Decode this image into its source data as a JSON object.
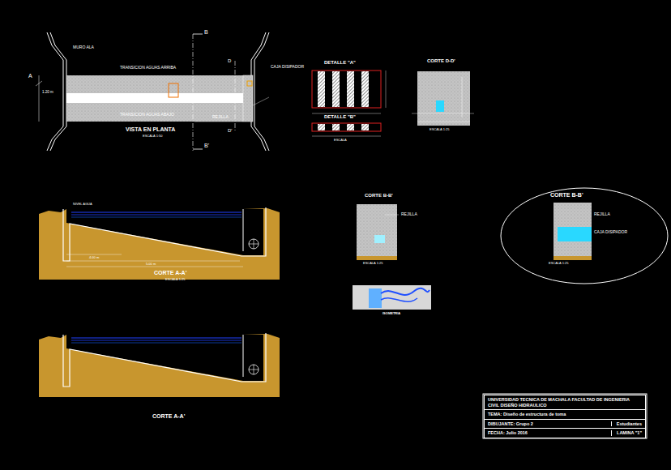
{
  "diagram": {
    "nodes": [
      {
        "text": [
          "CORTE B-B'",
          "REJILLA",
          "CAJA DISIPADOR",
          "ESCALA 1:25"
        ]
      },
      {
        "text": [
          "UNIVERSIDAD TECNICA DE MACHALA FACULTAD DE INGENIERIA CIVIL DISEÑO HIDRAULICO"
        ]
      },
      {
        "text": [
          "TEMA: Diseño de estructura de toma"
        ]
      },
      {
        "text": [
          "DIBUJANTE: Grupo 2",
          "Estudiantes"
        ]
      },
      {
        "text": [
          "FECHA: Julio 2016",
          "LAMINA \"1\""
        ]
      }
    ],
    "labels": [
      "MURO ALA",
      "A",
      "1.20 m",
      "TRANSICION AGUAS ARRIBA",
      "TRANSICION AGUAS ABAJO",
      "CAJA DISIPADOR",
      "REJILLA",
      "VISTA EN PLANTA",
      "ESCALA 1:50",
      "B",
      "B'",
      "D",
      "D'",
      "DETALLE \"A\"",
      "DETALLE \"B\"",
      "ESCALA",
      "CORTE D-D'",
      "ESCALA 1:25",
      "CORTE A-A'",
      "ESCALA 1:25",
      "CORTE A-A'",
      "CORTE B-B'",
      "REJILLA",
      "ESCALA 1:25",
      "ISOMETRIA",
      "4.00 m",
      "5.00 m",
      "NIVEL AGUA"
    ]
  }
}
